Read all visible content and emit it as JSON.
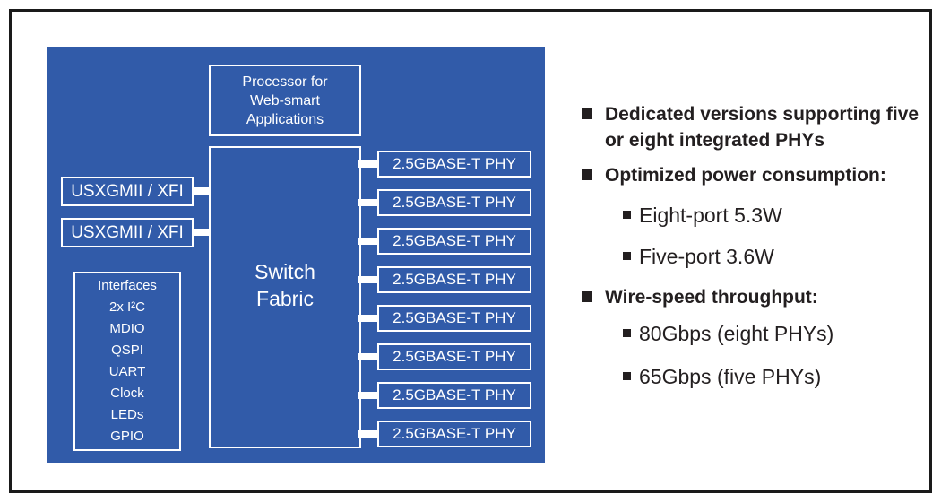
{
  "colors": {
    "diagram_blue": "#315BA9",
    "frame_border": "#1A1A1A",
    "box_border": "#FFFFFF",
    "box_text": "#FFFFFF",
    "feature_text": "#231F20"
  },
  "diagram": {
    "processor_lines": [
      "Processor for",
      "Web-smart",
      "Applications"
    ],
    "fabric_lines": [
      "Switch",
      "Fabric"
    ],
    "uplink_ports": [
      "USXGMII / XFI",
      "USXGMII / XFI"
    ],
    "interfaces_lines": [
      "Interfaces",
      "2x I²C",
      "MDIO",
      "QSPI",
      "UART",
      "Clock",
      "LEDs",
      "GPIO"
    ],
    "phy_ports": [
      "2.5GBASE-T PHY",
      "2.5GBASE-T PHY",
      "2.5GBASE-T PHY",
      "2.5GBASE-T PHY",
      "2.5GBASE-T PHY",
      "2.5GBASE-T PHY",
      "2.5GBASE-T PHY",
      "2.5GBASE-T PHY"
    ]
  },
  "features": {
    "items": [
      {
        "level": 1,
        "label": "Dedicated versions supporting five or eight integrated PHYs"
      },
      {
        "level": 1,
        "label": "Optimized power consumption:"
      },
      {
        "level": 2,
        "label": "Eight-port 5.3W"
      },
      {
        "level": 2,
        "label": "Five-port 3.6W"
      },
      {
        "level": 1,
        "label": "Wire-speed throughput:"
      },
      {
        "level": 2,
        "label": "80Gbps (eight PHYs)"
      },
      {
        "level": 2,
        "label": "65Gbps (five PHYs)"
      }
    ]
  }
}
